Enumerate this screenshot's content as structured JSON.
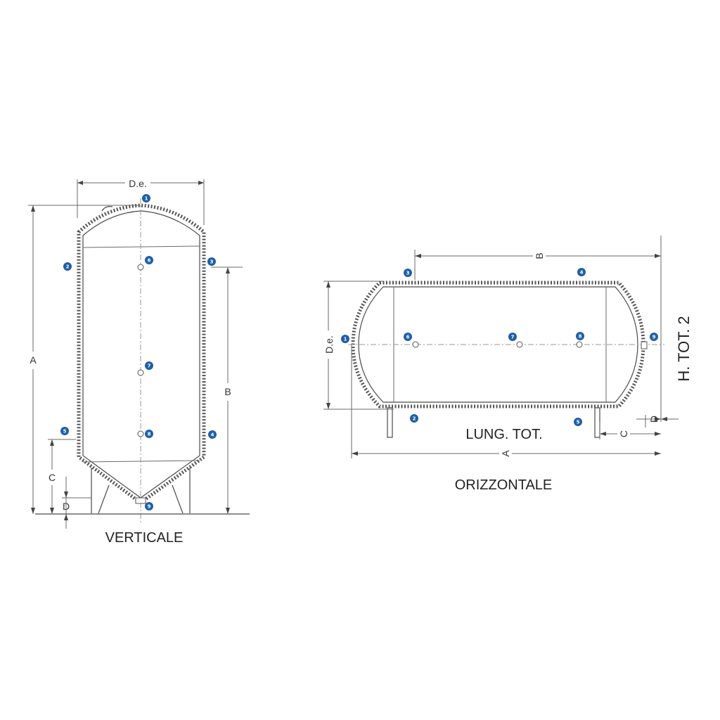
{
  "vertical": {
    "caption": "VERTICALE",
    "dims": {
      "de": "D.e.",
      "a": "A",
      "b": "B",
      "c": "C",
      "d": "D"
    },
    "connections": [
      "1",
      "2",
      "3",
      "4",
      "5",
      "6",
      "7",
      "8",
      "9"
    ]
  },
  "horizontal": {
    "caption": "ORIZZONTALE",
    "length_label": "LUNG. TOT.",
    "height_label": "H. TOT. 2",
    "dims": {
      "de": "D.e.",
      "a": "A",
      "b": "B",
      "c": "C",
      "d": "D"
    },
    "connections": [
      "1",
      "2",
      "3",
      "4",
      "5",
      "6",
      "7",
      "8",
      "9"
    ]
  },
  "colors": {
    "badge": "#1f5fa8",
    "line": "#4a4a4a"
  }
}
